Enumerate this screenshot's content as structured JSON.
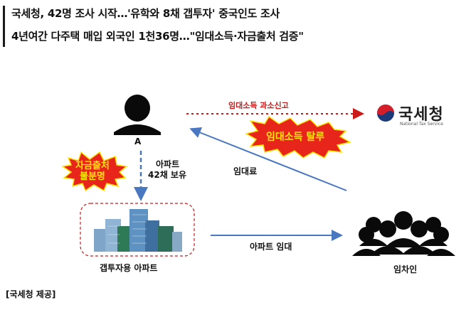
{
  "headline": {
    "line1": "국세청, 42명 조사 시작…'유학와 8채 갭투자' 중국인도 조사",
    "line2": "4년여간 다주택 매입 외국인 1천36명…\"임대소득·자금출처 검증\""
  },
  "diagram": {
    "person_a_label": "A",
    "apartment_label": "갭투자용 아파트",
    "tenants_label": "임차인",
    "apt_owned_label_1": "아파트",
    "apt_owned_label_2": "42채 보유",
    "rent_label": "임대료",
    "apt_lease_label": "아파트 임대",
    "underreport_label": "임대소득 과소신고",
    "badge_tax_evasion": "임대소득 탈루",
    "badge_fund_source_1": "자금출처",
    "badge_fund_source_2": "불분명",
    "nts_name_ko": "국세청",
    "nts_name_en": "National Tax Service"
  },
  "colors": {
    "red_dotted": "#cc1a1a",
    "blue_arrow": "#4a78c0",
    "badge_red": "#e8251b",
    "badge_yellow": "#ffe600"
  },
  "caption": "[국세청 제공]"
}
